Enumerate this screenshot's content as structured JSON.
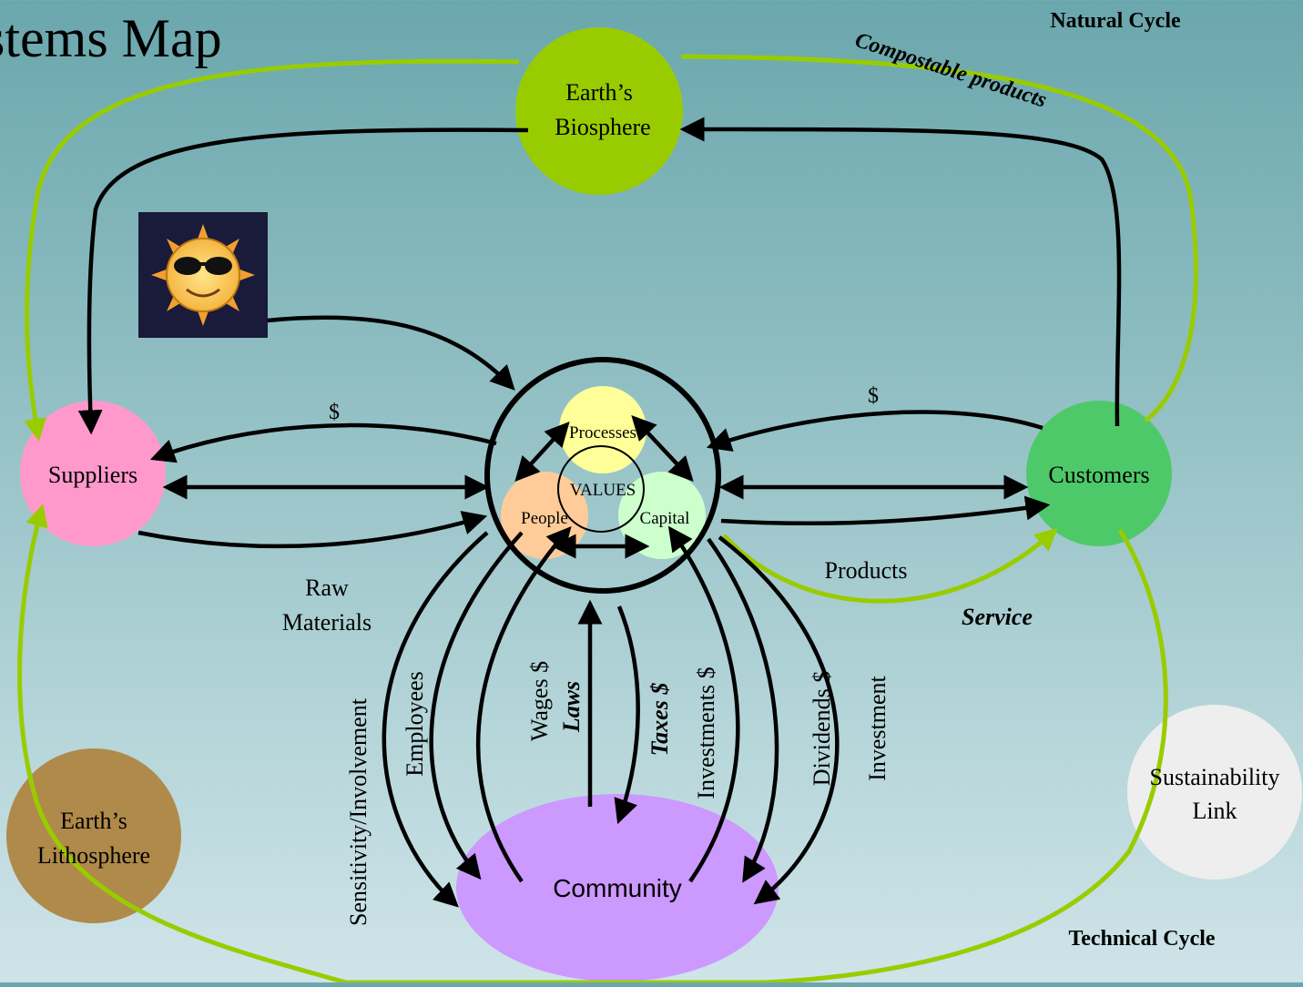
{
  "title": "stems Map",
  "corner_labels": {
    "natural_cycle": "Natural Cycle",
    "technical_cycle": "Technical Cycle"
  },
  "nodes": {
    "biosphere": {
      "line1": "Earth’s",
      "line2": "Biosphere",
      "color": "#99cc00"
    },
    "suppliers": {
      "label": "Suppliers",
      "color": "#ff99cc"
    },
    "customers": {
      "label": "Customers",
      "color": "#4ec96a"
    },
    "community": {
      "label": "Community",
      "color": "#cc99ff"
    },
    "lithosphere": {
      "line1": "Earth’s",
      "line2": "Lithosphere",
      "color": "#b08a4a"
    },
    "sustainability": {
      "line1": "Sustainability",
      "line2": "Link",
      "color": "#eeeeee"
    },
    "processes": {
      "label": "Processes",
      "color": "#ffff99"
    },
    "people": {
      "label": "People",
      "color": "#ffcc99"
    },
    "capital": {
      "label": "Capital",
      "color": "#ccffcc"
    },
    "values": {
      "label": "VALUES"
    }
  },
  "flow_labels": {
    "dollar_left": "$",
    "dollar_right": "$",
    "raw_materials_1": "Raw",
    "raw_materials_2": "Materials",
    "products": "Products",
    "service": "Service",
    "compostable": "Compostable products",
    "sensitivity": "Sensitivity/Involvement",
    "employees": "Employees",
    "wages": "Wages $",
    "laws": "Laws",
    "taxes": "Taxes $",
    "investments": "Investments $",
    "dividends": "Dividends $",
    "investment": "Investment"
  },
  "colors": {
    "flow_black": "#000000",
    "flow_green": "#99cc00",
    "sun_bg": "#1a1a3a"
  },
  "icons": {
    "sun": "sun-with-sunglasses-icon"
  }
}
